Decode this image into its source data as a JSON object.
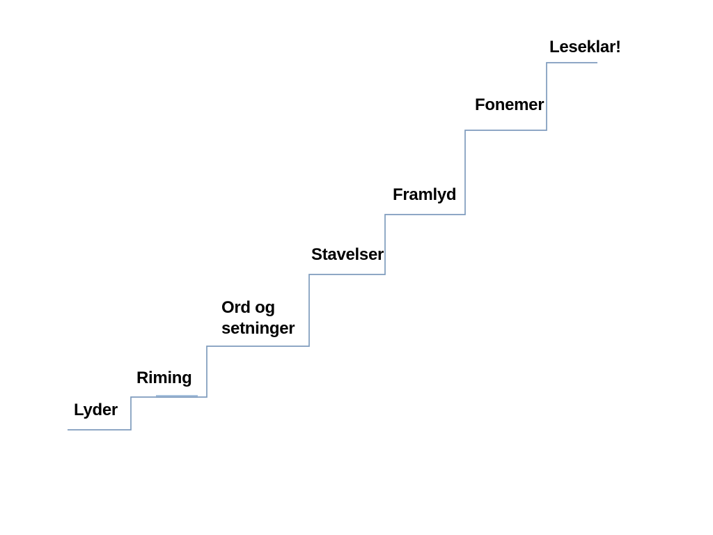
{
  "diagram": {
    "type": "staircase",
    "steps": [
      {
        "label": "Lyder"
      },
      {
        "label": "Riming"
      },
      {
        "label": "Ord og\nsetninger"
      },
      {
        "label": "Stavelser"
      },
      {
        "label": "Framlyd"
      },
      {
        "label": "Fonemer"
      },
      {
        "label": "Leseklar!"
      }
    ],
    "colors": {
      "line": "#7E9BBD",
      "accent_segment": "#A9C2DE",
      "text": "#000000",
      "background": "#FFFFFF"
    }
  }
}
